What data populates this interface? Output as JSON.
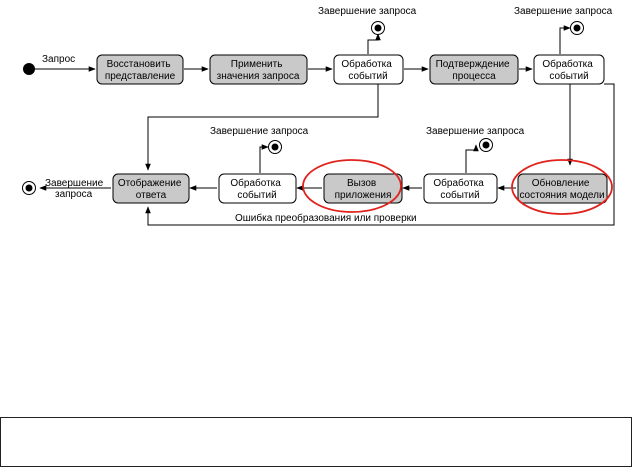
{
  "diagram": {
    "colors": {
      "shaded_fill": "#c9c9c9",
      "plain_fill": "#ffffff",
      "stroke": "#000000",
      "highlight": "#e0221c"
    },
    "start_label": "Запрос",
    "end_label": [
      "Завершение",
      "запроса"
    ],
    "nodes": {
      "restore": [
        "Восстановить",
        "представление"
      ],
      "apply": [
        "Применить",
        "значения запроса"
      ],
      "events1": [
        "Обработка",
        "событий"
      ],
      "confirm": [
        "Подтверждение",
        "процесса"
      ],
      "events2": [
        "Обработка",
        "событий"
      ],
      "update": [
        "Обновление",
        "состояния модели"
      ],
      "events3": [
        "Обработка",
        "событий"
      ],
      "invoke": [
        "Вызов",
        "приложения"
      ],
      "events4": [
        "Обработка",
        "событий"
      ],
      "render": [
        "Отображение",
        "ответа"
      ]
    },
    "completion_labels": {
      "c1": "Завершение запроса",
      "c2": "Завершение запроса",
      "c3": "Завершение запроса",
      "c4": "Завершение запроса"
    },
    "error_label": "Ошибка преобразования или проверки"
  },
  "bottom_box": {
    "text": ""
  }
}
